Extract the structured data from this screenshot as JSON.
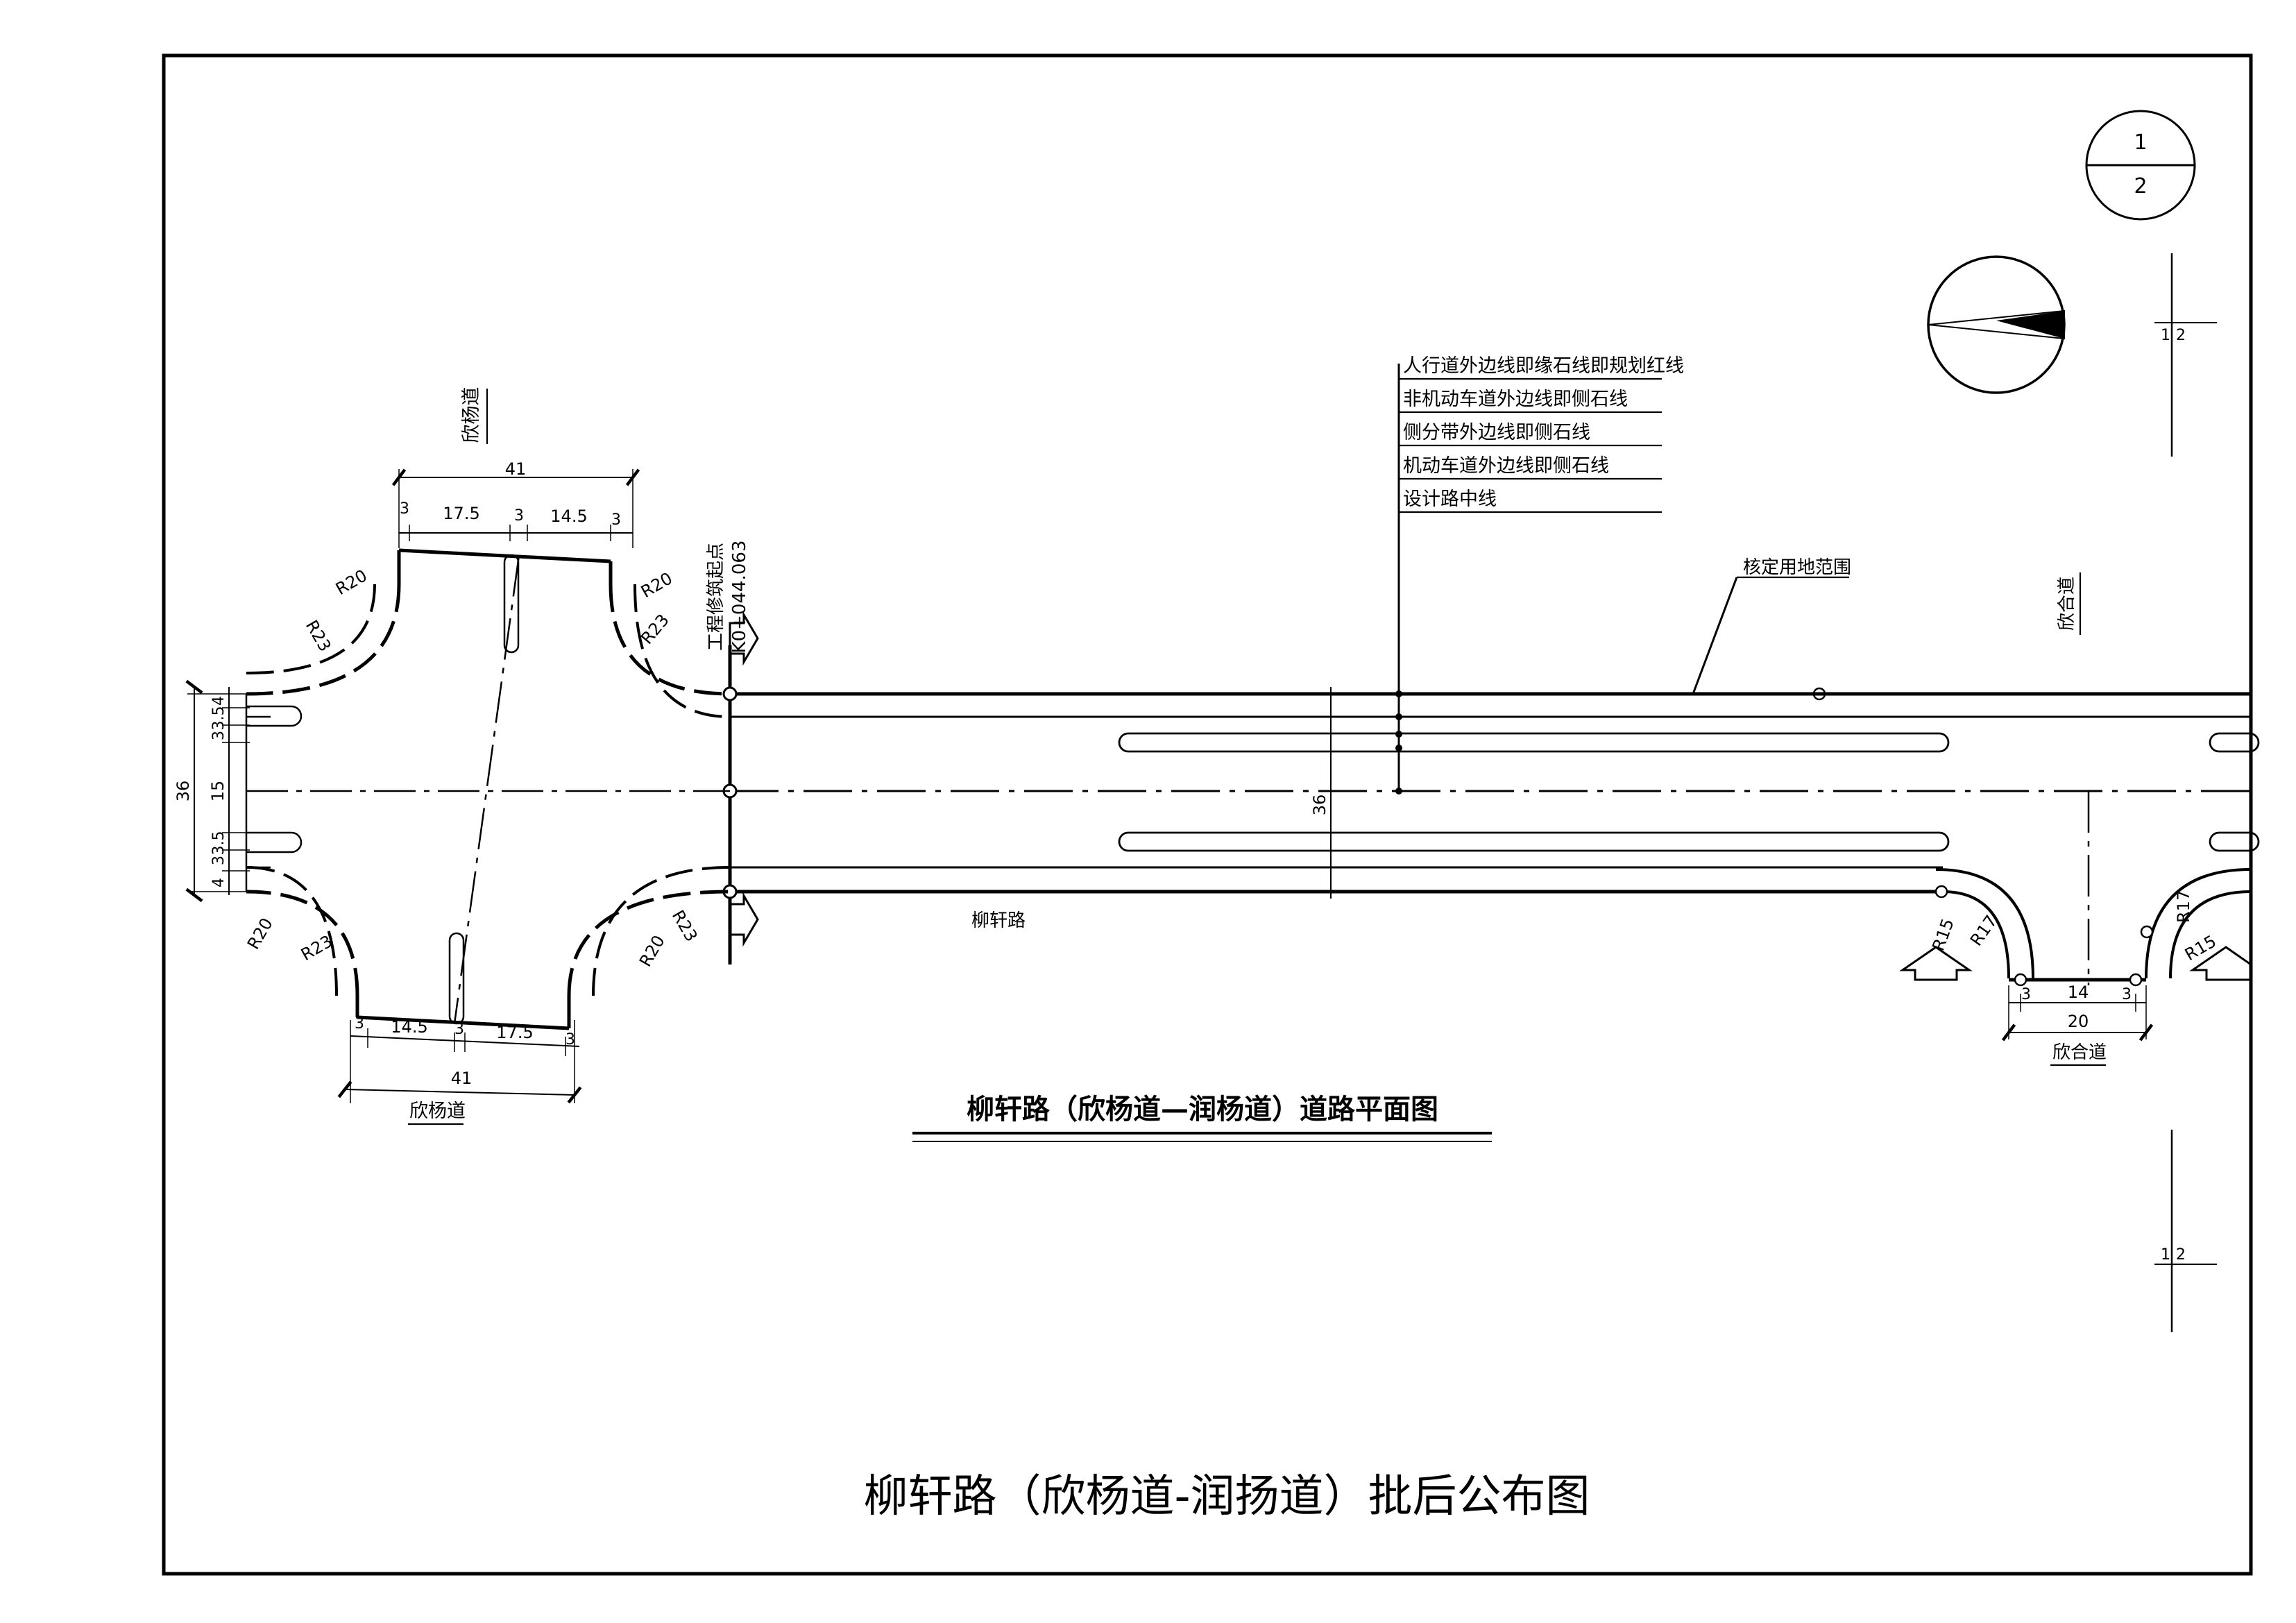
{
  "sheet": {
    "bottom_title": "柳轩路（欣杨道-润扬道）批后公布图",
    "drawing_title": "柳轩路（欣杨道—润杨道）道路平面图",
    "index_circle": {
      "top": "1",
      "bottom": "2"
    },
    "match_marks": [
      {
        "left": "1",
        "right": "2"
      },
      {
        "left": "1",
        "right": "2"
      }
    ]
  },
  "legend": {
    "items": [
      "人行道外边线即缘石线即规划红线",
      "非机动车道外边线即侧石线",
      "侧分带外边线即侧石线",
      "机动车道外边线即侧石线",
      "设计路中线"
    ],
    "land_boundary": "核定用地范围"
  },
  "labels": {
    "xinyang_top": "欣杨道",
    "xinyang_bottom": "欣杨道",
    "liuxuan": "柳轩路",
    "xinhe_top": "欣合道",
    "xinhe_bottom": "欣合道",
    "start_point_title": "工程修筑起点",
    "start_point_station": "K0+044.063"
  },
  "dims": {
    "top_total": "41",
    "top_a": "3",
    "top_b": "17.5",
    "top_c": "3",
    "top_d": "14.5",
    "top_e": "3",
    "bot_total": "41",
    "bot_a": "3",
    "bot_b": "14.5",
    "bot_c": "3",
    "bot_d": "17.5",
    "bot_e": "3",
    "left_total": "36",
    "left_mid": "15",
    "left_t1": "3",
    "left_t2": "3.5",
    "left_t3": "4",
    "left_b1": "3.5",
    "left_b2": "3",
    "left_b3": "4",
    "road_width": "36",
    "xinhe_inner": "14",
    "xinhe_outer": "20",
    "xinhe_a": "3",
    "xinhe_b": "3"
  },
  "radii": {
    "tl_outer": "R20",
    "tl_inner": "R23",
    "tr_outer": "R20",
    "tr_inner": "R23",
    "bl_outer": "R20",
    "bl_inner": "R23",
    "br_outer": "R20",
    "br_inner": "R23",
    "xh_l_inner": "R15",
    "xh_l_outer": "R17",
    "xh_r_inner": "R15",
    "xh_r_outer": "R17"
  }
}
